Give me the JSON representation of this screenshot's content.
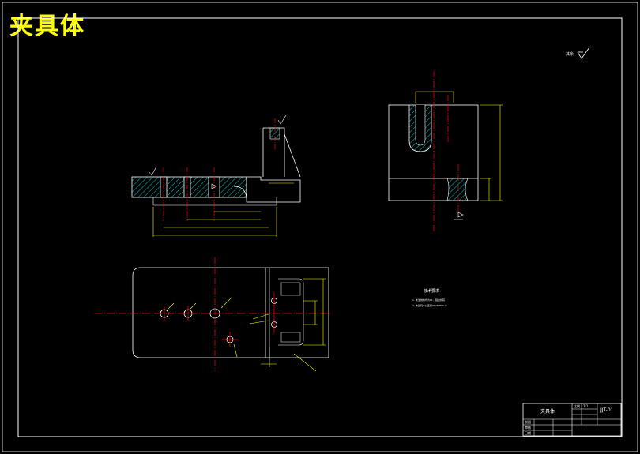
{
  "drawing": {
    "title": "夹具体",
    "roughness_note": "其余",
    "tech_requirements": {
      "heading": "技术要求",
      "lines": [
        "1. 未注倒角均为C1，锐边倒钝",
        "2. 未注尺寸公差按GB/T1804-m"
      ]
    },
    "title_block": {
      "part_name": "夹具体",
      "drawing_no": "JJT-01",
      "row_labels": [
        "制图",
        "审核",
        "日期"
      ],
      "scale_label": "比例",
      "scale_value": "1:1"
    }
  },
  "colors": {
    "background": "#000000",
    "outline": "#ffffff",
    "dimension": "#ffff00",
    "centerline": "#ff0000",
    "hatch": "#00ffff",
    "title": "#ffff00"
  }
}
